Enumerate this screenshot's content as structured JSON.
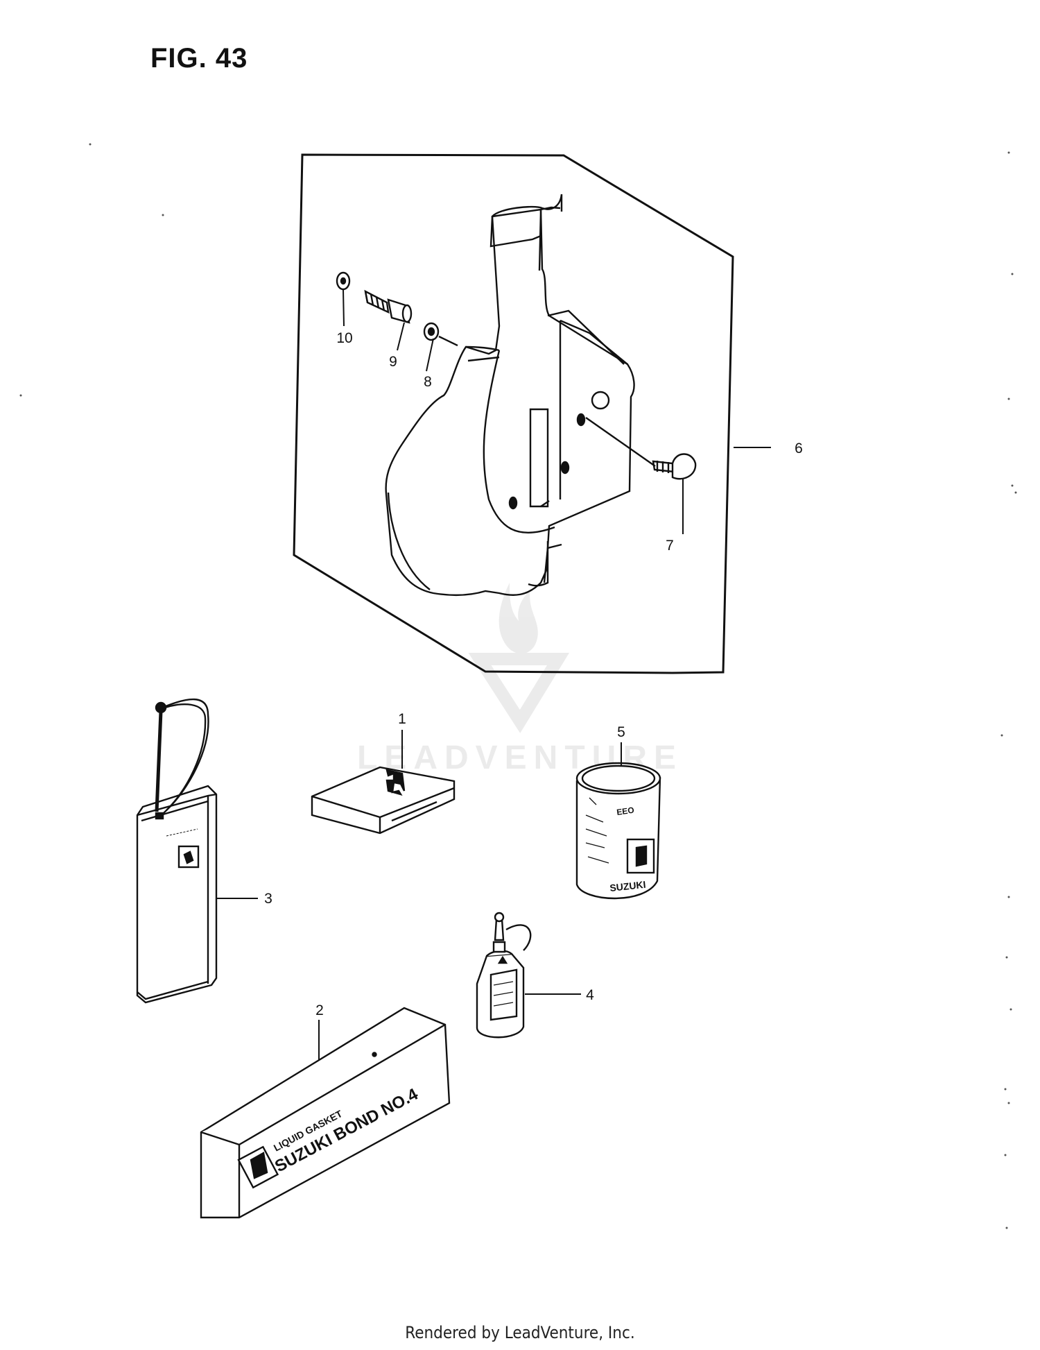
{
  "figure": {
    "title": "FIG. 43"
  },
  "callouts": [
    "1",
    "2",
    "3",
    "4",
    "5",
    "6",
    "7",
    "8",
    "9",
    "10"
  ],
  "product_markings": {
    "bond_box_line1": "LIQUID GASKET",
    "bond_box_line2": "SUZUKI BOND NO.4",
    "can_brand": "SUZUKI"
  },
  "watermark": {
    "text": "LEADVENTURE"
  },
  "footer": {
    "text": "Rendered by LeadVenture, Inc."
  }
}
